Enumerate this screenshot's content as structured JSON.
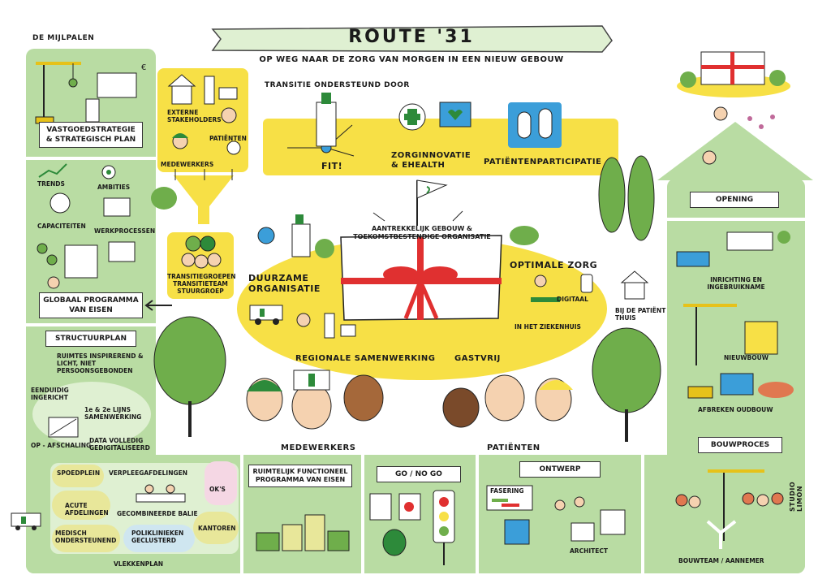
{
  "title": "ROUTE '31",
  "subtitle": "OP WEG NAAR DE ZORG VAN MORGEN IN EEN NIEUW GEBOUW",
  "milestones_title": "DE MIJLPALEN",
  "signature": "STUDIO LIMÓN",
  "left_column": {
    "vastgoed": "VASTGOEDSTRATEGIE & STRATEGISCH PLAN",
    "trends": "TRENDS",
    "ambities": "AMBITIES",
    "capaciteiten": "CAPACITEITEN",
    "werkprocessen": "WERKPROCESSEN",
    "global_pve": "GLOBAAL PROGRAMMA VAN EISEN",
    "structuurplan": "STRUCTUURPLAN",
    "ruimtes": "RUIMTES INSPIREREND & LICHT, NIET PERSOONSGEBONDEN",
    "eenduidig": "EENDUIDIG INGERICHT",
    "lijns": "1e & 2e LIJNS SAMENWERKING",
    "opschaling": "OP - AFSCHALING",
    "data": "DATA VOLLEDIG GEDIGITALISEERD"
  },
  "stakeholders": {
    "externe": "EXTERNE STAKEHOLDERS",
    "patienten": "PATIËNTEN",
    "medewerkers": "MEDEWERKERS",
    "groepen": "TRANSITIEGROEPEN TRANSITIETEAM STUURGROEP"
  },
  "transitie": {
    "heading": "TRANSITIE ONDERSTEUND DOOR",
    "fit": "FIT!",
    "zorginnovatie": "ZORGINNOVATIE & eHEALTH",
    "participatie": "PATIËNTENPARTICIPATIE"
  },
  "center": {
    "gift_label": "AANTREKKELIJK GEBOUW & TOEKOMSTBESTENDIGE ORGANISATIE",
    "duurzame": "DUURZAME ORGANISATIE",
    "optimale": "OPTIMALE ZORG",
    "digitaal": "DIGITAAL",
    "ziekenhuis": "IN HET ZIEKENHUIS",
    "thuis": "BIJ DE PATIËNT THUIS",
    "regionale": "REGIONALE SAMENWERKING",
    "gastvrij": "GASTVRIJ",
    "medewerkers": "MEDEWERKERS",
    "patienten": "PATIËNTEN"
  },
  "right_column": {
    "opening": "OPENING",
    "inrichting": "INRICHTING EN INGEBRUIKNAME",
    "nieuwbouw": "NIEUWBOUW",
    "afbreken": "AFBREKEN OUDBOUW",
    "bouwproces": "BOUWPROCES",
    "bouwteam": "BOUWTEAM / AANNEMER"
  },
  "bottom_row": {
    "spoedplein": "SPOEDPLEIN",
    "verpleeg": "VERPLEEGAFDELINGEN",
    "oks": "OK'S",
    "acute": "ACUTE AFDELINGEN",
    "balie": "GECOMBINEERDE BALIE",
    "kantoren": "KANTOREN",
    "medisch": "MEDISCH ONDERSTEUNEND",
    "poli": "POLIKLINIEKEN GECLUSTERD",
    "vlekkenplan": "VLEKKENPLAN",
    "ruimtelijk": "RUIMTELIJK FUNCTIONEEL PROGRAMMA VAN EISEN",
    "gonogo": "GO / NO GO",
    "ontwerp": "ONTWERP",
    "fasering": "FASERING",
    "architect": "ARCHITECT"
  },
  "colors": {
    "green_light": "#b9dca3",
    "green_dark": "#7fbf68",
    "yellow": "#f7e046",
    "red": "#e03030",
    "blue": "#3b9ed9"
  }
}
